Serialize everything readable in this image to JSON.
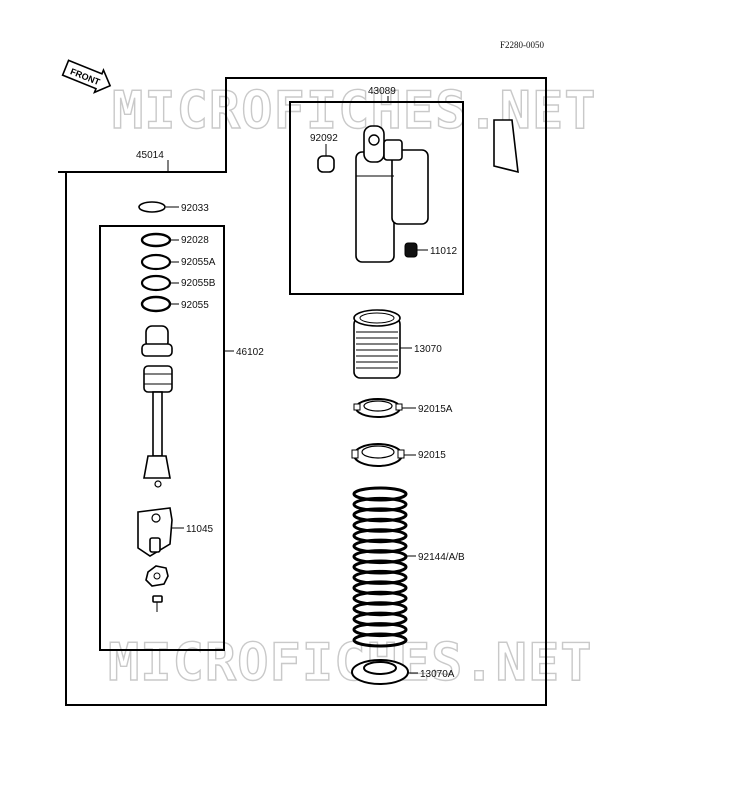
{
  "reference_code": "F2280-0050",
  "front_arrow_label": "FRONT",
  "watermark_text": "MICROFICHES.NET",
  "assembly_labels": {
    "outer_assembly": "45014",
    "reservoir_assembly": "43089",
    "damper_rod_assembly": "46102"
  },
  "part_labels": {
    "p92092": "92092",
    "p11012": "11012",
    "p92033": "92033",
    "p92028": "92028",
    "p92055A": "92055A",
    "p92055B": "92055B",
    "p92055": "92055",
    "p13070": "13070",
    "p92015A": "92015A",
    "p92015": "92015",
    "p11045": "11045",
    "p92144": "92144/A/B",
    "p13070A": "13070A"
  },
  "colors": {
    "ink": "#000000",
    "watermark": "#c9c9c9",
    "background": "#ffffff"
  }
}
